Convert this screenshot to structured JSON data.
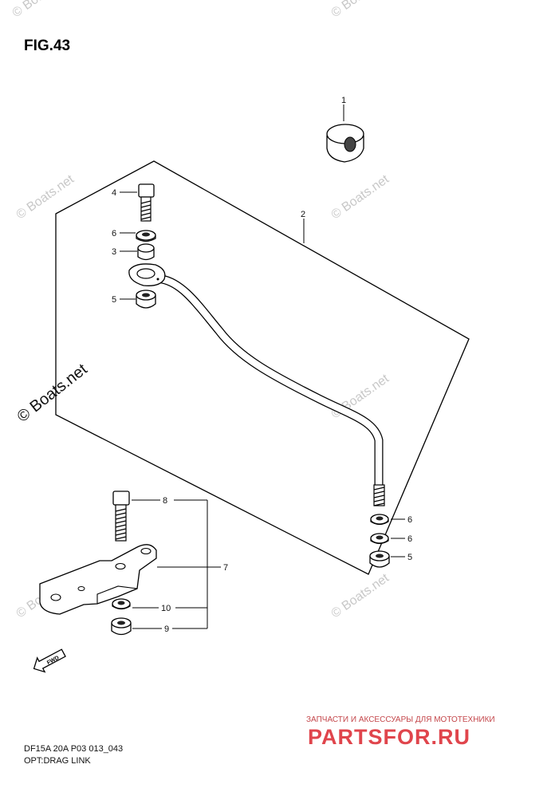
{
  "figure": {
    "title": "FIG.43"
  },
  "footer": {
    "code": "DF15A 20A P03 013_043",
    "name": "OPT:DRAG LINK"
  },
  "brand": {
    "tagline": "ЗАПЧАСТИ И АКСЕССУАРЫ ДЛЯ МОТОТЕХНИКИ",
    "site": "PARTSFOR.RU",
    "color": "#e0454c"
  },
  "watermark": {
    "text": "© Boats.net"
  },
  "direction_arrow": {
    "label": "FWD"
  },
  "callouts": {
    "c1": "1",
    "c2": "2",
    "c3": "3",
    "c4": "4",
    "c5a": "5",
    "c6a": "6",
    "c6b": "6",
    "c6c": "6",
    "c5b": "5",
    "c7": "7",
    "c8": "8",
    "c9": "9",
    "c10": "10"
  }
}
